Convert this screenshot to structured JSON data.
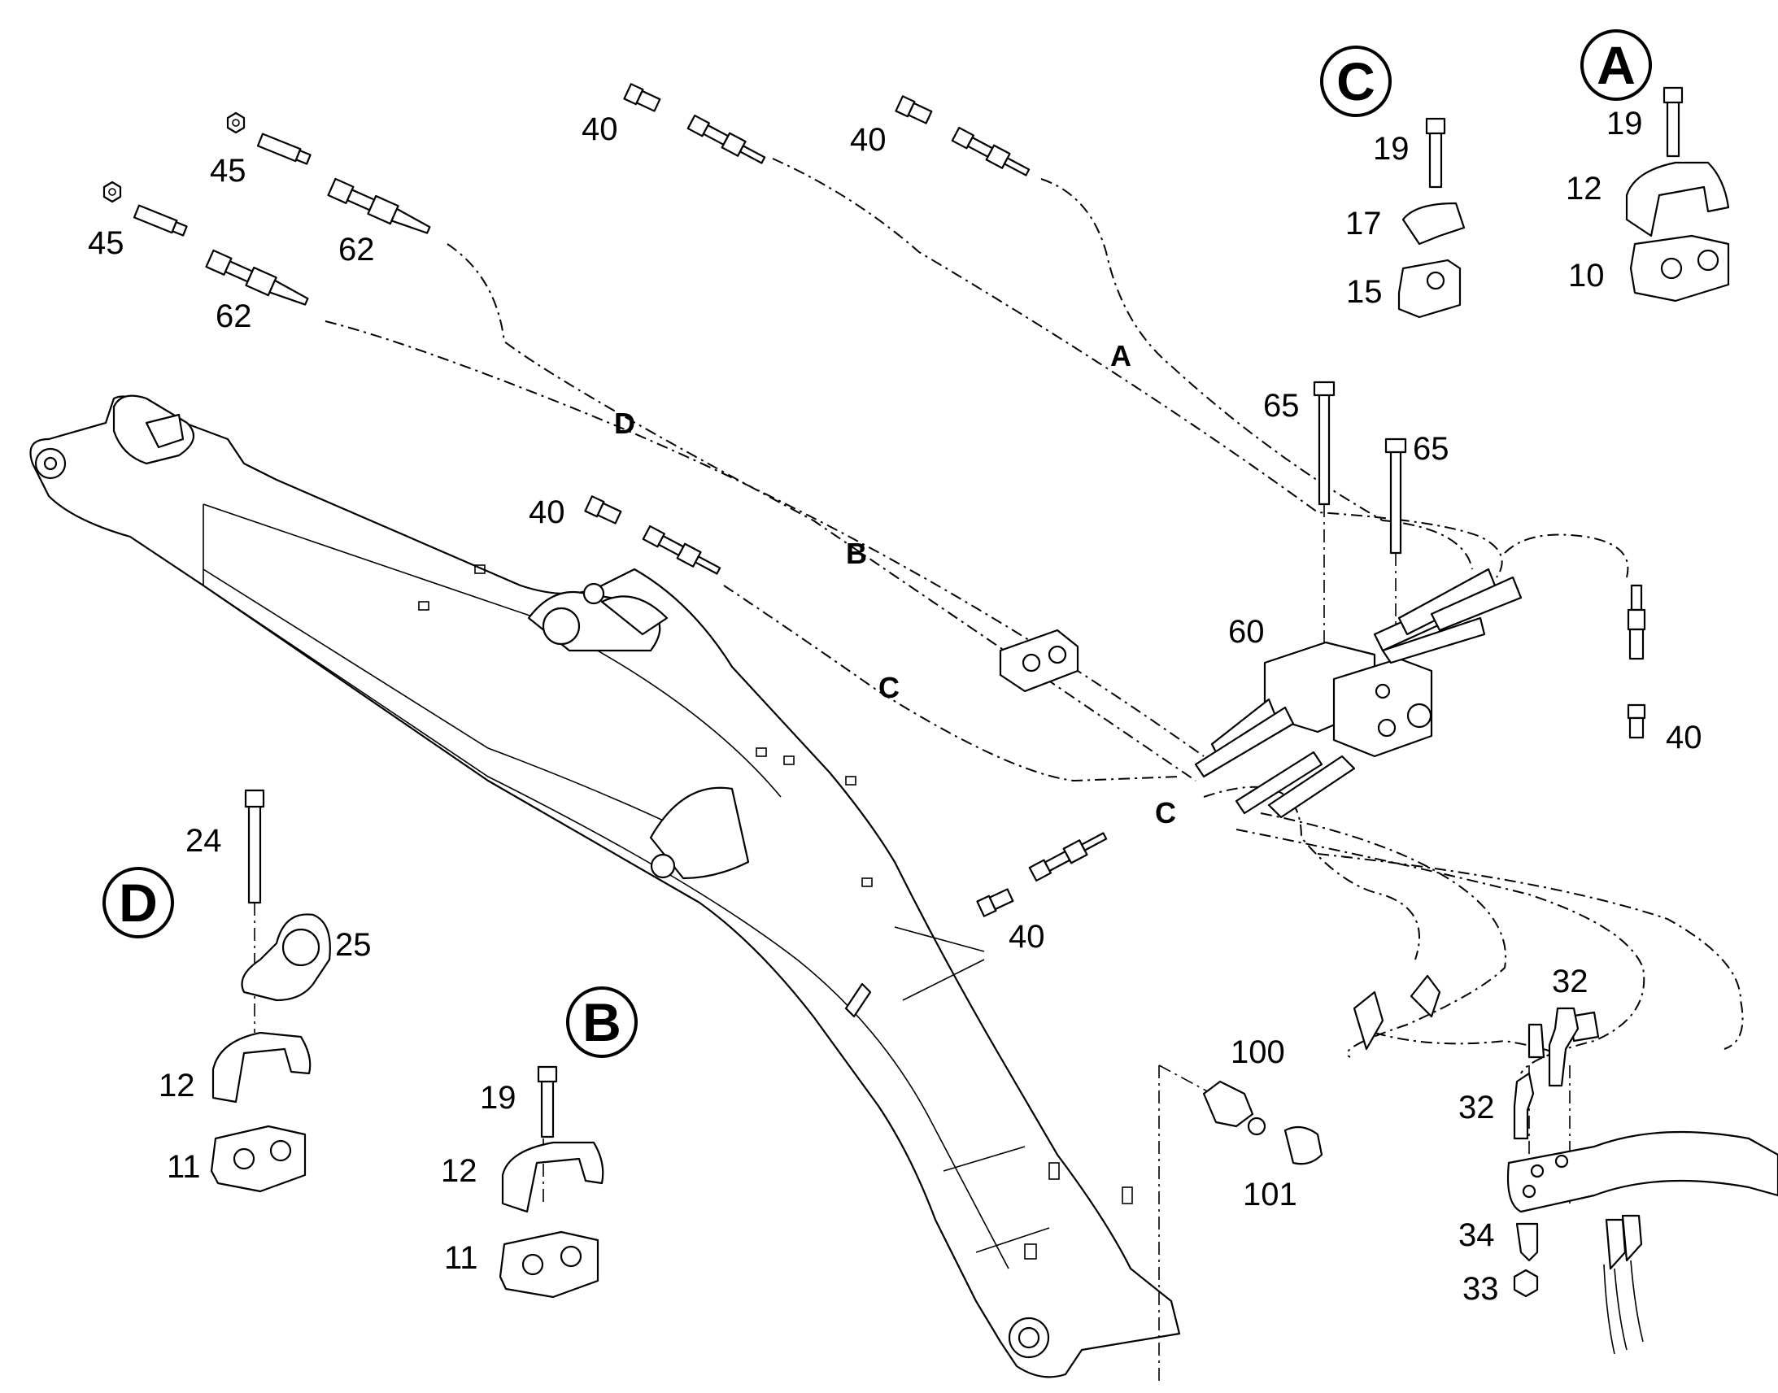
{
  "diagram": {
    "detail_markers": [
      "A",
      "B",
      "C",
      "D"
    ],
    "route_letters": [
      "A",
      "B",
      "C",
      "D",
      "C"
    ],
    "callouts": {
      "n40_a": "40",
      "n40_b": "40",
      "n40_c": "40",
      "n40_d": "40",
      "n40_e": "40",
      "n45_a": "45",
      "n45_b": "45",
      "n62_a": "62",
      "n62_b": "62",
      "n65_a": "65",
      "n65_b": "65",
      "n60": "60",
      "n19_a": "19",
      "n19_b": "19",
      "n19_c": "19",
      "n12_a": "12",
      "n12_b": "12",
      "n12_c": "12",
      "n10": "10",
      "n15": "15",
      "n17": "17",
      "n11_a": "11",
      "n11_b": "11",
      "n24": "24",
      "n25": "25",
      "n100": "100",
      "n101": "101",
      "n32_a": "32",
      "n32_b": "32",
      "n33": "33",
      "n34": "34"
    }
  }
}
